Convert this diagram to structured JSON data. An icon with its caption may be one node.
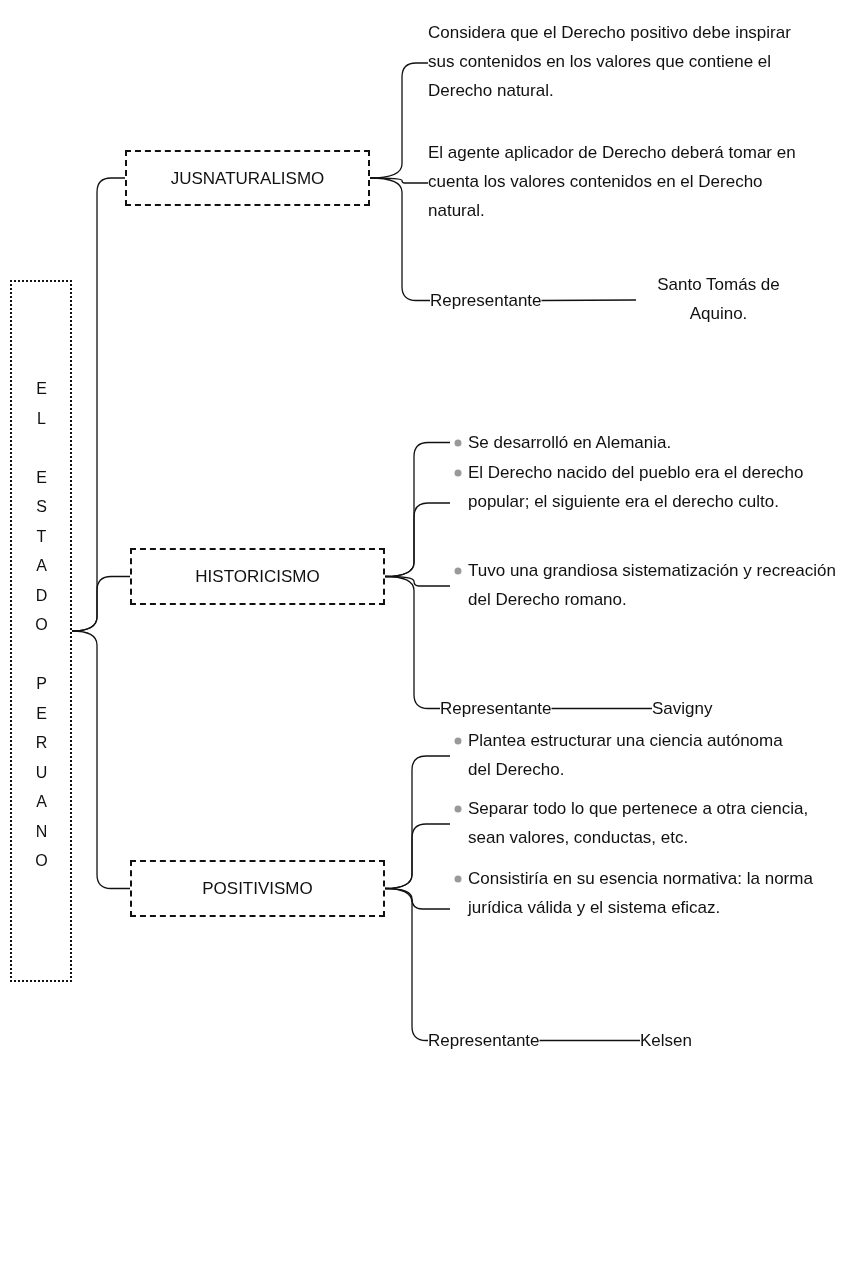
{
  "diagram": {
    "nodes": [
      {
        "text": [
          "EL ESTADO PERUANO"
        ]
      },
      {
        "text": [
          "JUSNATURALISMO"
        ]
      },
      {
        "text": [
          "Considera que el Derecho positivo debe inspirar sus contenidos en los valores que contiene el Derecho natural."
        ]
      },
      {
        "text": [
          "El agente aplicador de Derecho deberá tomar en cuenta los valores contenidos en el Derecho natural."
        ]
      },
      {
        "text": [
          "Representante"
        ]
      },
      {
        "text": [
          "Santo Tomás de Aquino."
        ]
      },
      {
        "text": [
          "HISTORICISMO"
        ]
      },
      {
        "text": [
          "Se desarrolló en Alemania."
        ]
      },
      {
        "text": [
          "El Derecho nacido del pueblo era el derecho popular; el siguiente era el derecho culto."
        ]
      },
      {
        "text": [
          "Tuvo una grandiosa sistematización y recreación del Derecho romano."
        ]
      },
      {
        "text": [
          "Representante"
        ]
      },
      {
        "text": [
          "Savigny"
        ]
      },
      {
        "text": [
          "POSITIVISMO"
        ]
      },
      {
        "text": [
          "Plantea estructurar una ciencia autónoma del Derecho."
        ]
      },
      {
        "text": [
          "Separar todo lo que pertenece a otra ciencia, sean valores, conductas, etc."
        ]
      },
      {
        "text": [
          "Consistiría en su esencia normativa: la norma jurídica válida y el sistema eficaz."
        ]
      },
      {
        "text": [
          "Representante"
        ]
      },
      {
        "text": [
          "Kelsen"
        ]
      }
    ],
    "edges": [
      {
        "from": 0,
        "to": 1,
        "arrow": "none"
      },
      {
        "from": 0,
        "to": 6,
        "arrow": "none"
      },
      {
        "from": 0,
        "to": 12,
        "arrow": "none"
      },
      {
        "from": 1,
        "to": 2,
        "arrow": "none"
      },
      {
        "from": 1,
        "to": 3,
        "arrow": "none"
      },
      {
        "from": 1,
        "to": 4,
        "arrow": "none"
      },
      {
        "from": 4,
        "to": 5,
        "arrow": "none"
      },
      {
        "from": 6,
        "to": 7,
        "arrow": "none"
      },
      {
        "from": 6,
        "to": 8,
        "arrow": "none"
      },
      {
        "from": 6,
        "to": 9,
        "arrow": "none"
      },
      {
        "from": 6,
        "to": 10,
        "arrow": "none"
      },
      {
        "from": 10,
        "to": 11,
        "arrow": "none"
      },
      {
        "from": 12,
        "to": 13,
        "arrow": "none"
      },
      {
        "from": 12,
        "to": 14,
        "arrow": "none"
      },
      {
        "from": 12,
        "to": 15,
        "arrow": "none"
      },
      {
        "from": 12,
        "to": 16,
        "arrow": "none"
      },
      {
        "from": 16,
        "to": 17,
        "arrow": "none"
      }
    ]
  }
}
